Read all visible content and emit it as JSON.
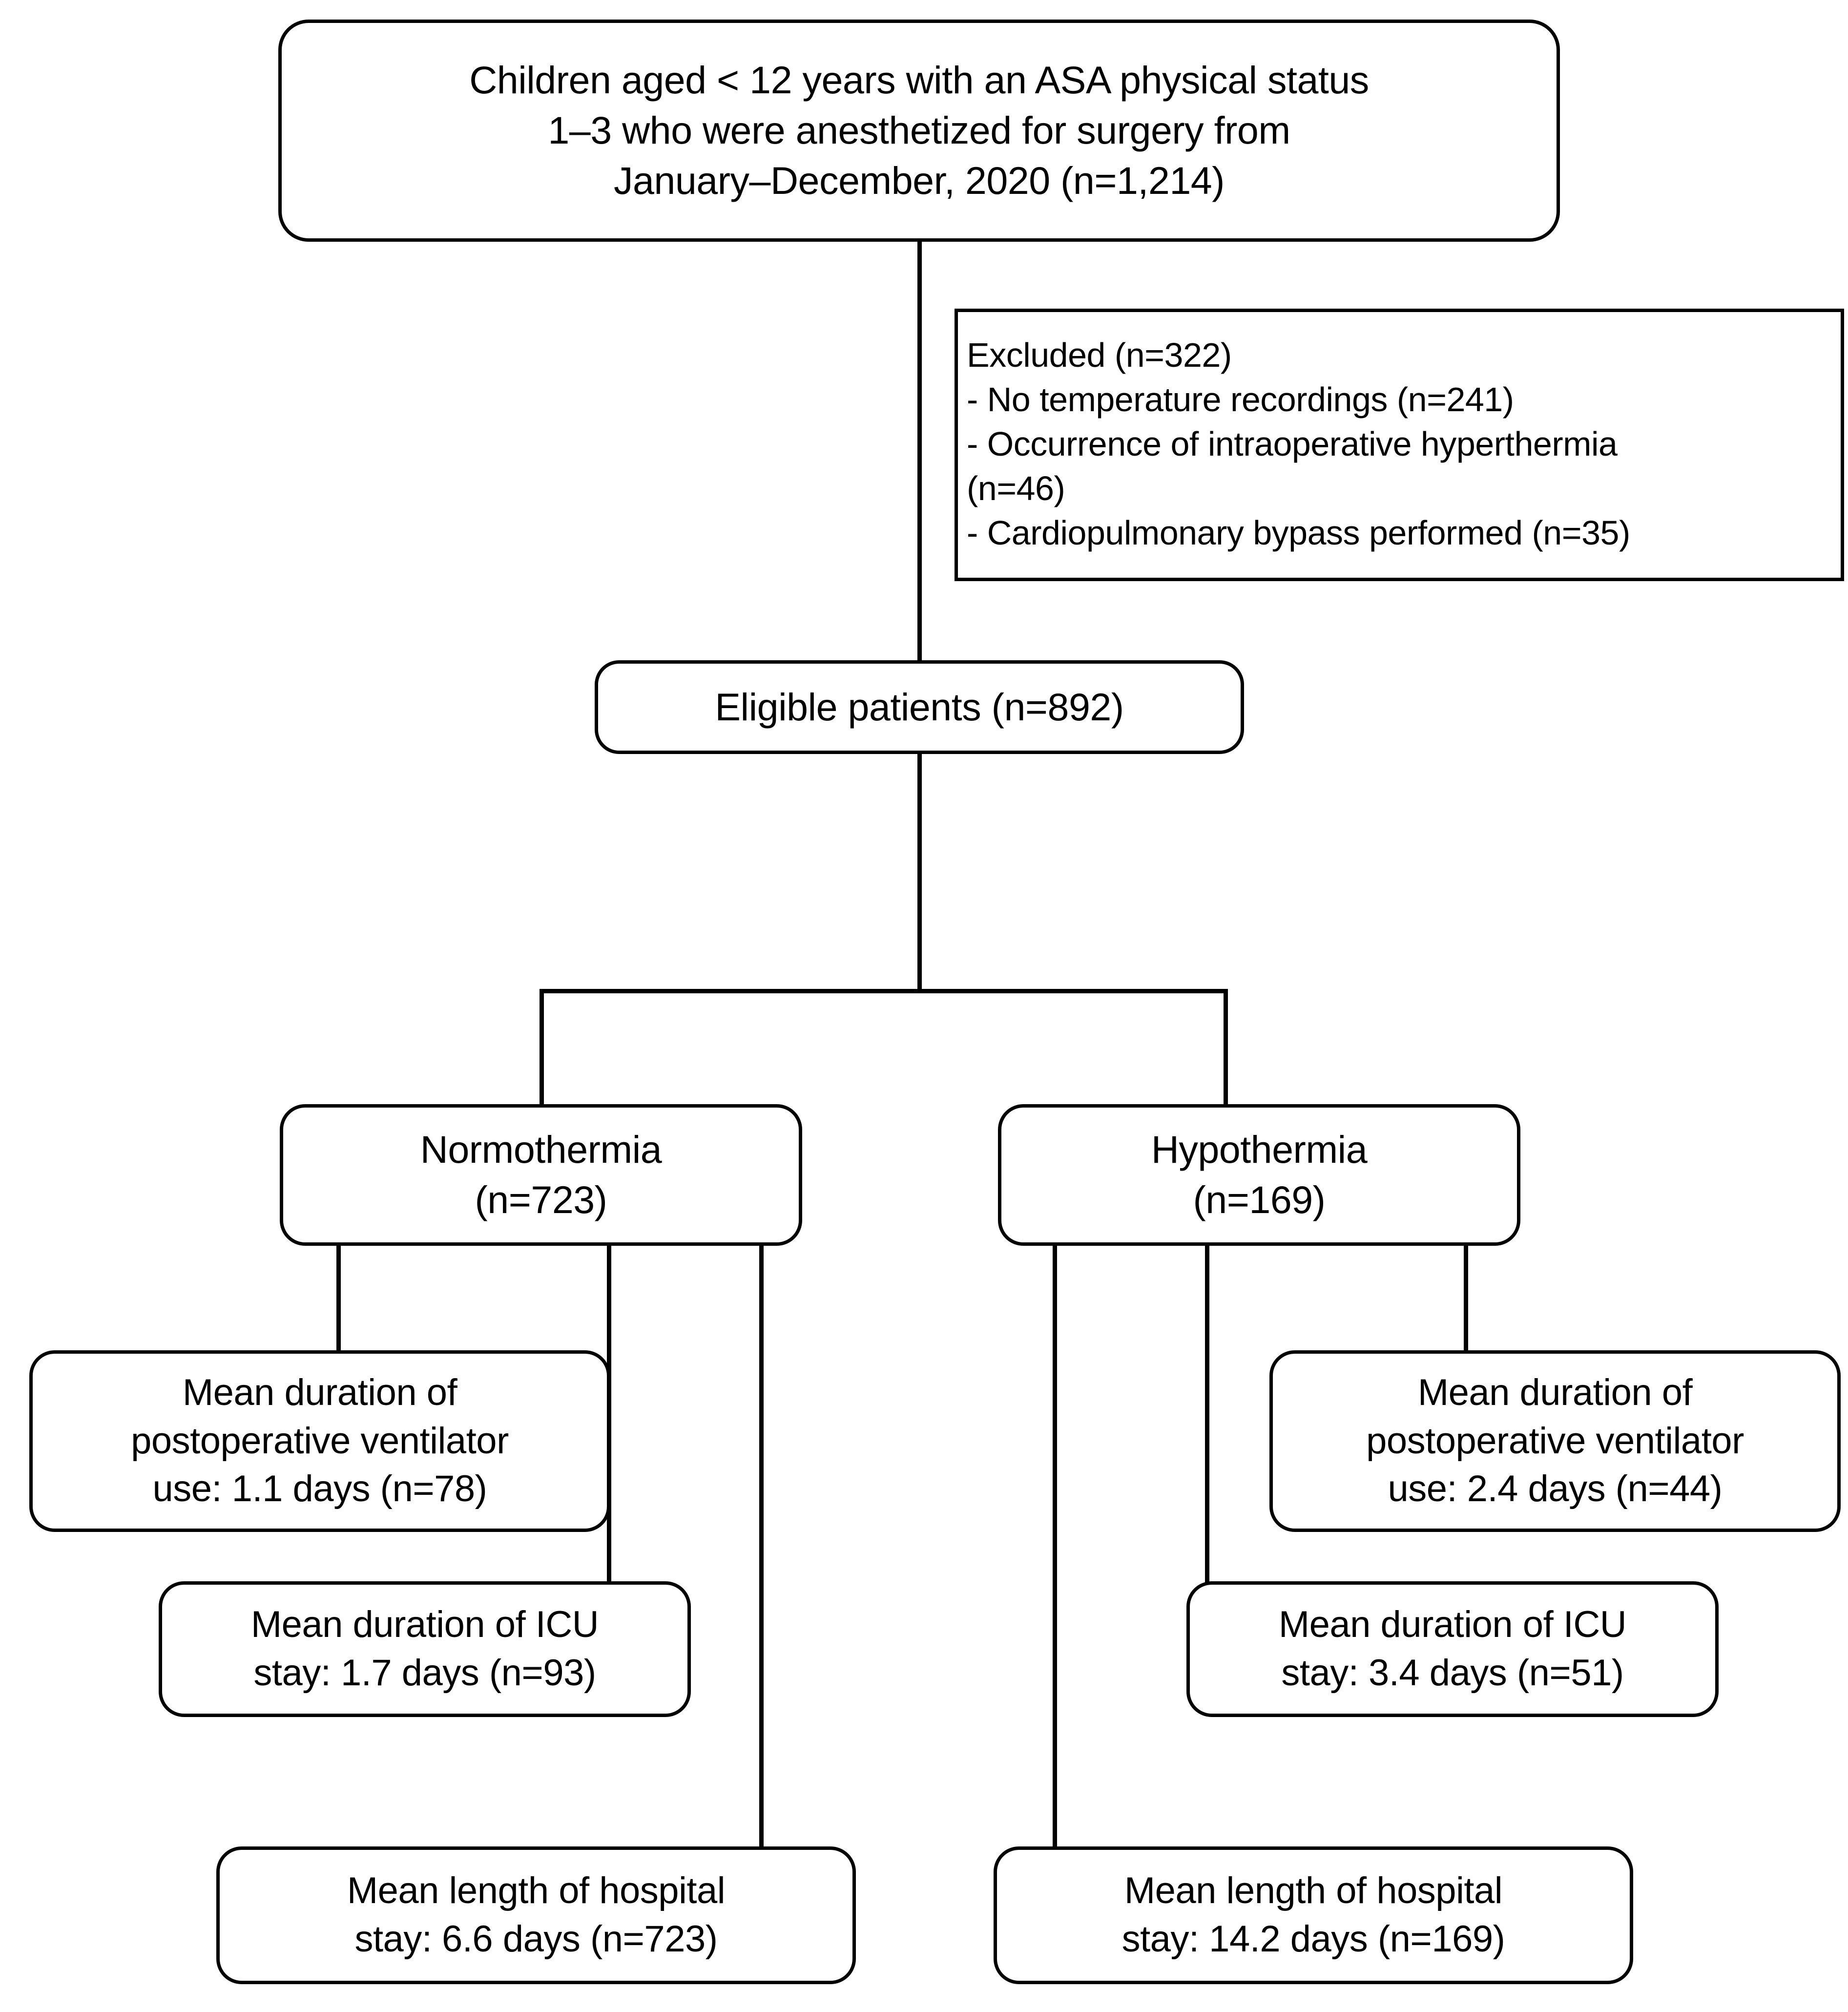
{
  "diagram": {
    "type": "study-flow-diagram",
    "nodes": {
      "source": {
        "text": "Children aged < 12 years with an ASA physical status\n1–3 who were anesthetized for surgery from\nJanuary–December, 2020 (n=1,214)",
        "n": 1214
      },
      "excluded": {
        "text": "Excluded (n=322)\n- No temperature recordings (n=241)\n- Occurrence of intraoperative hyperthermia\n(n=46)\n- Cardiopulmonary bypass performed (n=35)",
        "total": 322,
        "reasons": [
          {
            "label": "No temperature recordings",
            "n": 241
          },
          {
            "label": "Occurrence of intraoperative hyperthermia",
            "n": 46
          },
          {
            "label": "Cardiopulmonary bypass performed",
            "n": 35
          }
        ]
      },
      "eligible": {
        "text": "Eligible patients (n=892)",
        "n": 892
      },
      "normothermia": {
        "text": "Normothermia\n(n=723)",
        "n": 723
      },
      "hypothermia": {
        "text": "Hypothermia\n(n=169)",
        "n": 169
      },
      "normo_ventilator": {
        "text": "Mean duration of\npostoperative ventilator\nuse: 1.1 days (n=78)",
        "value_days": 1.1,
        "n": 78
      },
      "hypo_ventilator": {
        "text": "Mean duration of\npostoperative ventilator\nuse: 2.4 days (n=44)",
        "value_days": 2.4,
        "n": 44
      },
      "normo_icu": {
        "text": "Mean duration of ICU\nstay: 1.7 days (n=93)",
        "value_days": 1.7,
        "n": 93
      },
      "hypo_icu": {
        "text": "Mean duration of ICU\nstay: 3.4 days (n=51)",
        "value_days": 3.4,
        "n": 51
      },
      "normo_hospital": {
        "text": "Mean length of hospital\nstay: 6.6 days (n=723)",
        "value_days": 6.6,
        "n": 723
      },
      "hypo_hospital": {
        "text": "Mean length of hospital\nstay: 14.2 days (n=169)",
        "value_days": 14.2,
        "n": 169
      }
    },
    "colors": {
      "stroke": "#000000",
      "fill": "#ffffff",
      "text": "#000000"
    }
  }
}
